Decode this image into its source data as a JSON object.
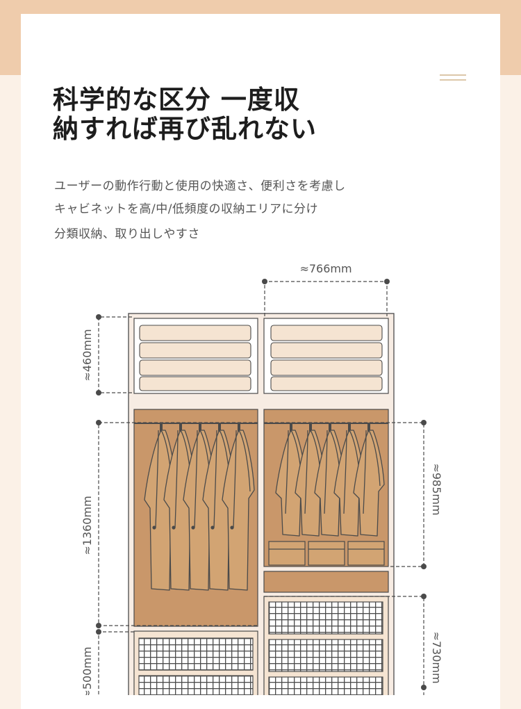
{
  "header": {
    "title_line1": "科学的な区分 一度収",
    "title_line2": "納すれば再び乱れない"
  },
  "description": {
    "lines": [
      "ユーザーの動作行動と使用の快適さ、便利さを考慮し",
      "キャビネットを高/中/低頻度の収納エリアに分け",
      "分類収納、取り出しやすさ"
    ]
  },
  "dimensions": {
    "width": "≈766mm",
    "top_height": "≈460mm",
    "hanging_left": "≈1360mm",
    "hanging_right": "≈985mm",
    "drawers_right": "≈730mm",
    "drawers_left": "≈500mm"
  },
  "colors": {
    "top_band": "#efccac",
    "background": "#fbf1e7",
    "cabinet_frame": "#f7ece3",
    "shelf_fill": "#f5e4d2",
    "wood": "#c9976a",
    "coat": "#d2a473",
    "line": "#4a4a4a"
  }
}
